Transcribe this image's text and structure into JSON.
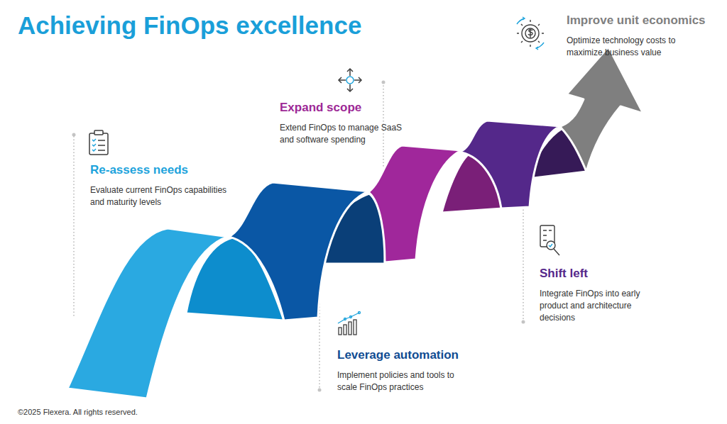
{
  "diagram": {
    "title": "Achieving FinOps excellence",
    "nodes": [
      {
        "text": [
          "Re-assess needs",
          "Evaluate current FinOps capabilities and maturity levels"
        ]
      },
      {
        "text": [
          "Leverage automation",
          "Implement policies and tools to scale FinOps practices"
        ]
      },
      {
        "text": [
          "Expand scope",
          "Extend FinOps to manage SaaS and software spending"
        ]
      },
      {
        "text": [
          "Shift left",
          "Integrate FinOps into early product and architecture decisions"
        ]
      },
      {
        "text": [
          "Improve unit economics",
          "Optimize technology costs to maximize business value"
        ]
      }
    ],
    "labels": [
      "©2025 Flexera. All rights reserved."
    ]
  }
}
